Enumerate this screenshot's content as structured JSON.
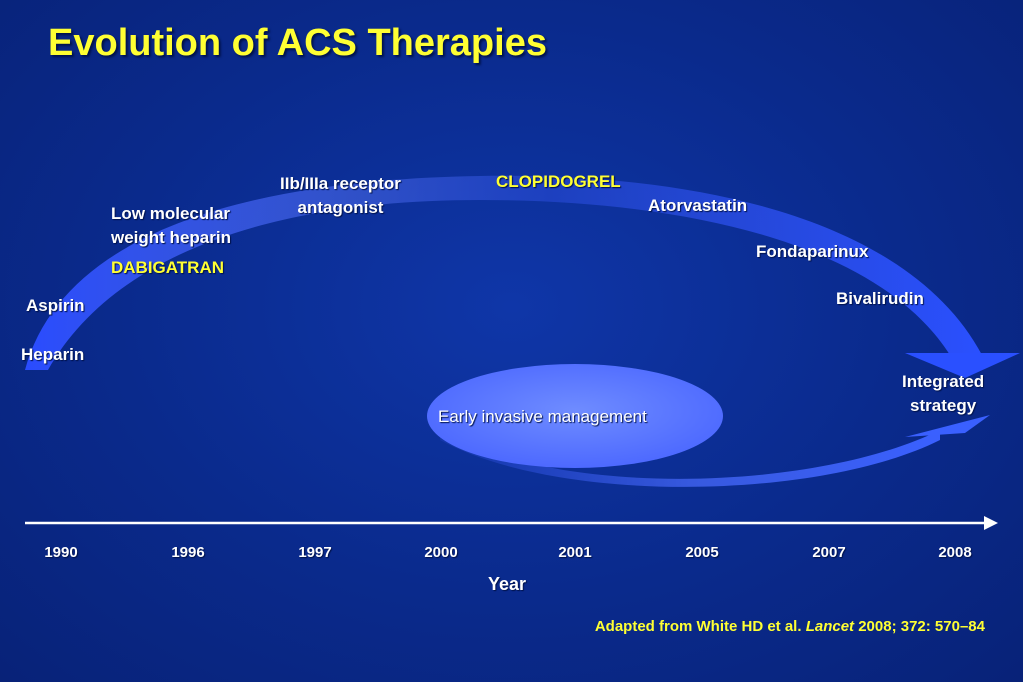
{
  "title": "Evolution of ACS Therapies",
  "therapies": {
    "heparin": "Heparin",
    "aspirin": "Aspirin",
    "lmwh_line1": "Low molecular",
    "lmwh_line2": "weight heparin",
    "dabigatran": "DABIGATRAN",
    "gp_line1": "IIb/IIIa receptor",
    "gp_line2": "antagonist",
    "clopidogrel": "CLOPIDOGREL",
    "atorvastatin": "Atorvastatin",
    "fondaparinux": "Fondaparinux",
    "bivalirudin": "Bivalirudin",
    "early_invasive": "Early invasive management",
    "integrated_line1": "Integrated",
    "integrated_line2": "strategy"
  },
  "timeline": {
    "years": [
      "1990",
      "1996",
      "1997",
      "2000",
      "2001",
      "2005",
      "2007",
      "2008"
    ],
    "axis_label": "Year"
  },
  "credit": {
    "prefix": "Adapted from White HD et al. ",
    "journal": "Lancet",
    "suffix": " 2008; 372: 570–84"
  },
  "colors": {
    "background": "#0a2a8c",
    "title": "#ffff33",
    "highlight": "#ffff33",
    "arrow": "#4a6cff",
    "text": "#ffffff"
  }
}
